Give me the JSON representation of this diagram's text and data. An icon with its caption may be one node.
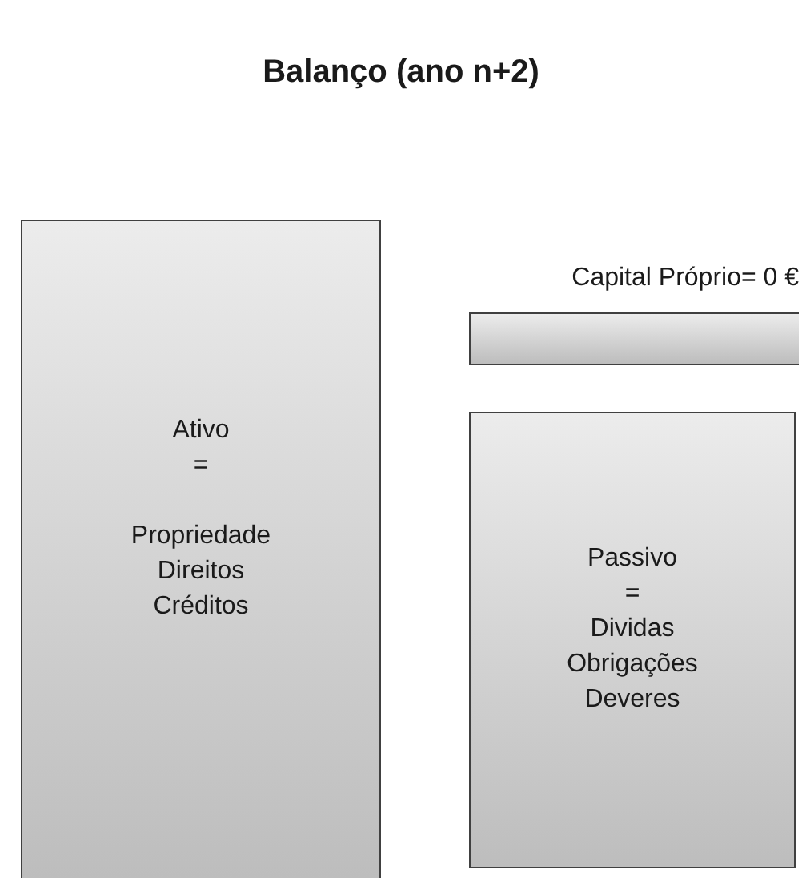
{
  "diagram": {
    "title": "Balanço (ano n+2)",
    "nodes": [
      {
        "text": [
          "Ativo",
          "=",
          "Propriedade",
          "Direitos",
          "Créditos"
        ]
      },
      {
        "text": [
          "Capital Próprio= 0 €"
        ]
      },
      {
        "text": [
          "Passivo",
          "=",
          "Dividas",
          "Obrigações",
          "Deveres"
        ]
      }
    ]
  }
}
